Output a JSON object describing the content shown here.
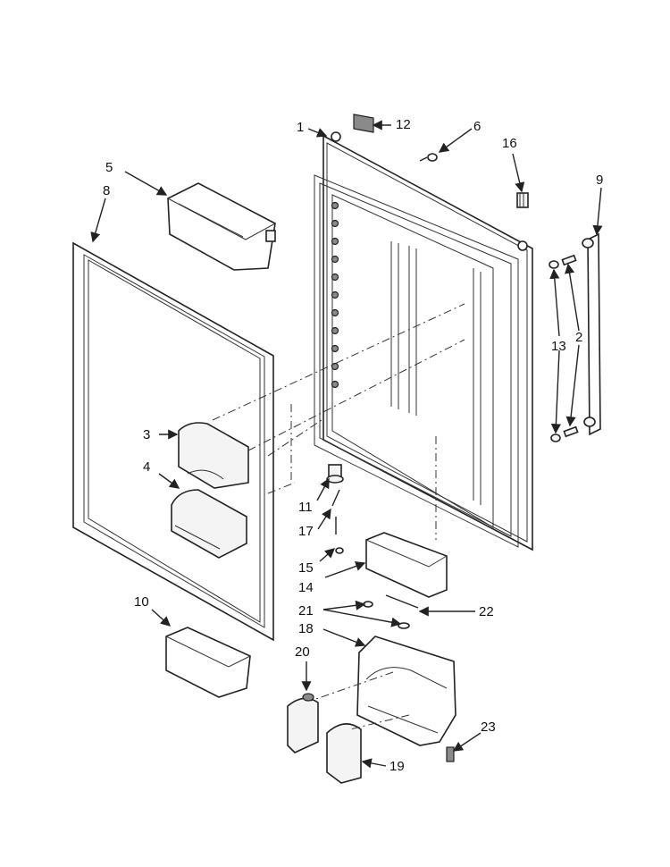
{
  "callouts": {
    "c1": "1",
    "c2": "2",
    "c3": "3",
    "c4": "4",
    "c5": "5",
    "c6": "6",
    "c8": "8",
    "c9": "9",
    "c10": "10",
    "c11": "11",
    "c12": "12",
    "c13": "13",
    "c14": "14",
    "c15": "15",
    "c16": "16",
    "c17": "17",
    "c18": "18",
    "c19": "19",
    "c20": "20",
    "c21": "21",
    "c22": "22",
    "c23": "23"
  },
  "colors": {
    "line": "#222222",
    "fill": "#f4f4f4",
    "background": "#ffffff"
  }
}
